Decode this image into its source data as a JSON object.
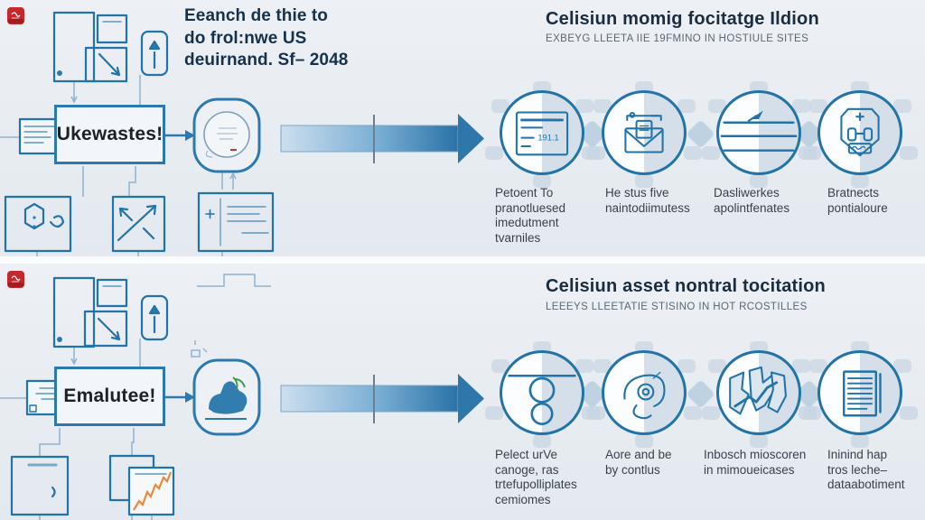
{
  "colors": {
    "panel_background": "#e9edf2",
    "divider": "#fafbfd",
    "outline_blue": "#2b79ae",
    "title_navy": "#1a2c3f",
    "subtitle_grey": "#5a6775",
    "caption_grey": "#37424e",
    "arrow_gradient_start": "#cddfee",
    "arrow_gradient_end": "#2a72a6",
    "badge_red": "#c5282c",
    "chart_line_orange": "#e8893c",
    "sprout_green": "#3f9b52"
  },
  "panels": [
    {
      "id": "top",
      "flow_title": "Eeanch de thie to\ndo frol:nwe US\ndeuirnand. Sf– 2048",
      "box_label": "Ukewastes!",
      "title": "Celisiun momig focitatge Ildion",
      "subtitle": "EXBEYG LLEETA IIE 19FMINO IN HOSTIULE SITES",
      "steps": [
        {
          "icon": "invoice-document-icon",
          "icon_text": "191.1",
          "label": "Petoent To\npranotluesed\nimedutment\ntvarniles"
        },
        {
          "icon": "envelope-shield-icon",
          "label": "He stus five\nnaintodiimutess"
        },
        {
          "icon": "lined-circle-dart-icon",
          "label": "Dasliwerkes\napolintfenates"
        },
        {
          "icon": "medical-shield-icon",
          "label": "Bratnects\npontialoure"
        }
      ]
    },
    {
      "id": "bottom",
      "box_label": "Emalutee!",
      "title": "Celisiun asset nontral tocitation",
      "subtitle": "LEEEYS LLEETATIE STISINO IN HOT RCOSTILLES",
      "steps": [
        {
          "icon": "two-circles-icon",
          "label": "Pelect urVe\ncanoge, ras\ntrtefupolliplates\ncemiomes"
        },
        {
          "icon": "face-profile-icon",
          "label": "Aore and be\nby contlus"
        },
        {
          "icon": "shattered-blocks-icon",
          "label": "Inbosch mioscoren\nin mimoueicases"
        },
        {
          "icon": "document-lines-icon",
          "label": "Ininind hap\ntros leche–\ndataabotiment"
        }
      ]
    }
  ]
}
